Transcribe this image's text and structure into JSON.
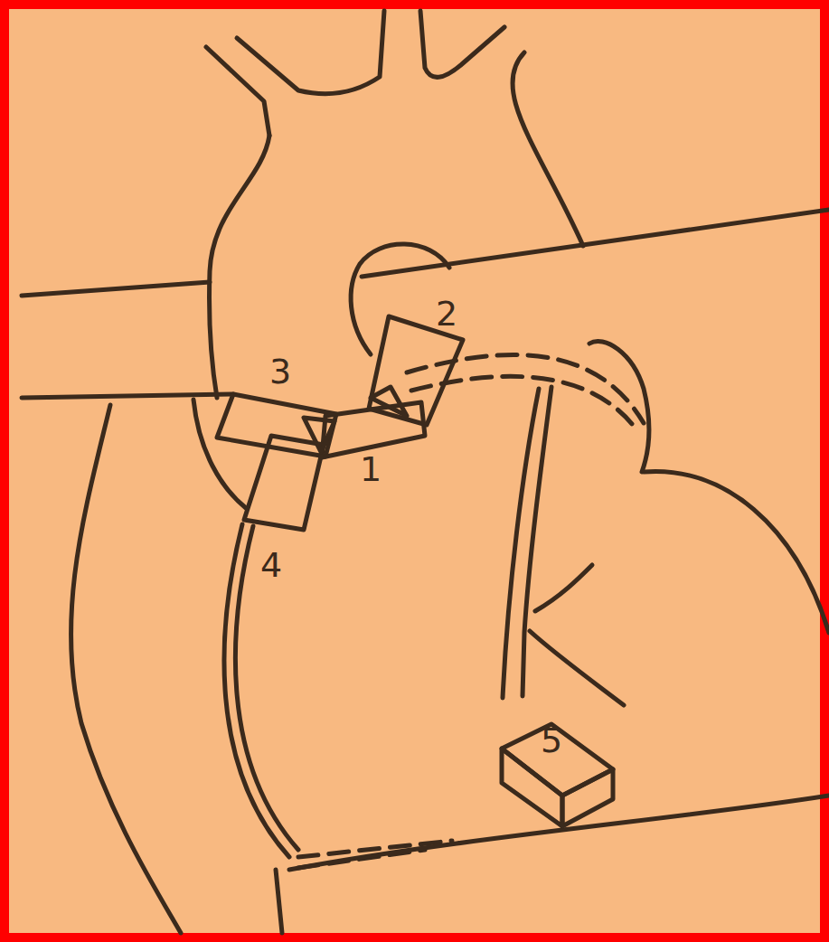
{
  "diagram": {
    "nodes": [
      {
        "text": [
          "5"
        ]
      }
    ],
    "labels": [
      "2",
      "3",
      "1",
      "4"
    ]
  }
}
